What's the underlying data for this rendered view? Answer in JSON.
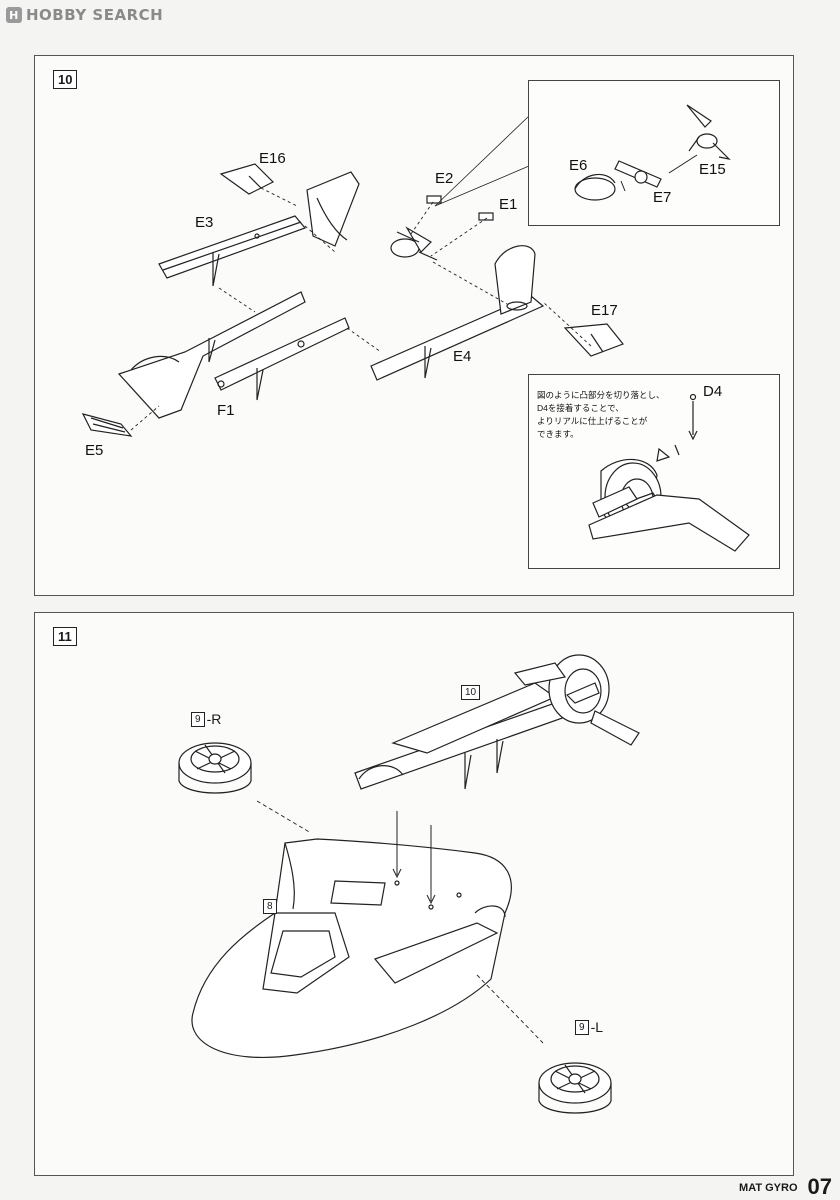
{
  "watermark": {
    "logo_icon": "hobby-search-logo-icon",
    "logo_letter": "H",
    "text": "HOBBY SEARCH"
  },
  "step10": {
    "number": "10",
    "labels": {
      "E16": "E16",
      "E3": "E3",
      "E2": "E2",
      "E1": "E1",
      "E17": "E17",
      "E4": "E4",
      "F1": "F1",
      "E5": "E5"
    },
    "inset_prop": {
      "E6": "E6",
      "E7": "E7",
      "E15": "E15"
    },
    "inset_note": {
      "text": "図のように凸部分を切り落とし、\nD4を接着することで、\nよりリアルに仕上げることが\nできます。",
      "D4": "D4"
    }
  },
  "step11": {
    "number": "11",
    "ref_10": "10",
    "ref_9R": {
      "box": "9",
      "suffix": "-R"
    },
    "ref_8": "8",
    "ref_9L": {
      "box": "9",
      "suffix": "-L"
    }
  },
  "footer": {
    "model_name": "MAT GYRO",
    "page": "07"
  },
  "colors": {
    "line": "#222222",
    "panel_bg": "#fbfbfa",
    "page_bg": "#f4f4f2",
    "dim": "#555555"
  }
}
